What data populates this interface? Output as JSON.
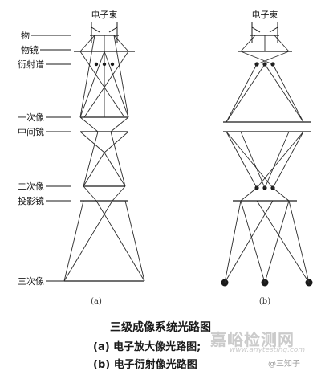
{
  "diagram_a": {
    "beam_label": "电子束",
    "layer_labels": [
      "物",
      "物镜",
      "衍射谱",
      "一次像",
      "中间镜",
      "二次像",
      "投影镜",
      "三次像"
    ],
    "panel_label": "(a)"
  },
  "diagram_b": {
    "beam_label": "电子束",
    "panel_label": "(b)"
  },
  "caption": {
    "title": "三级成像系统光路图",
    "line_a": "(a) 电子放大像光路图;",
    "line_b": "(b) 电子衍射像光路图"
  },
  "watermark": {
    "text": "嘉峪检测网",
    "url": "www.anytesting.com",
    "handle": "@三知子"
  }
}
